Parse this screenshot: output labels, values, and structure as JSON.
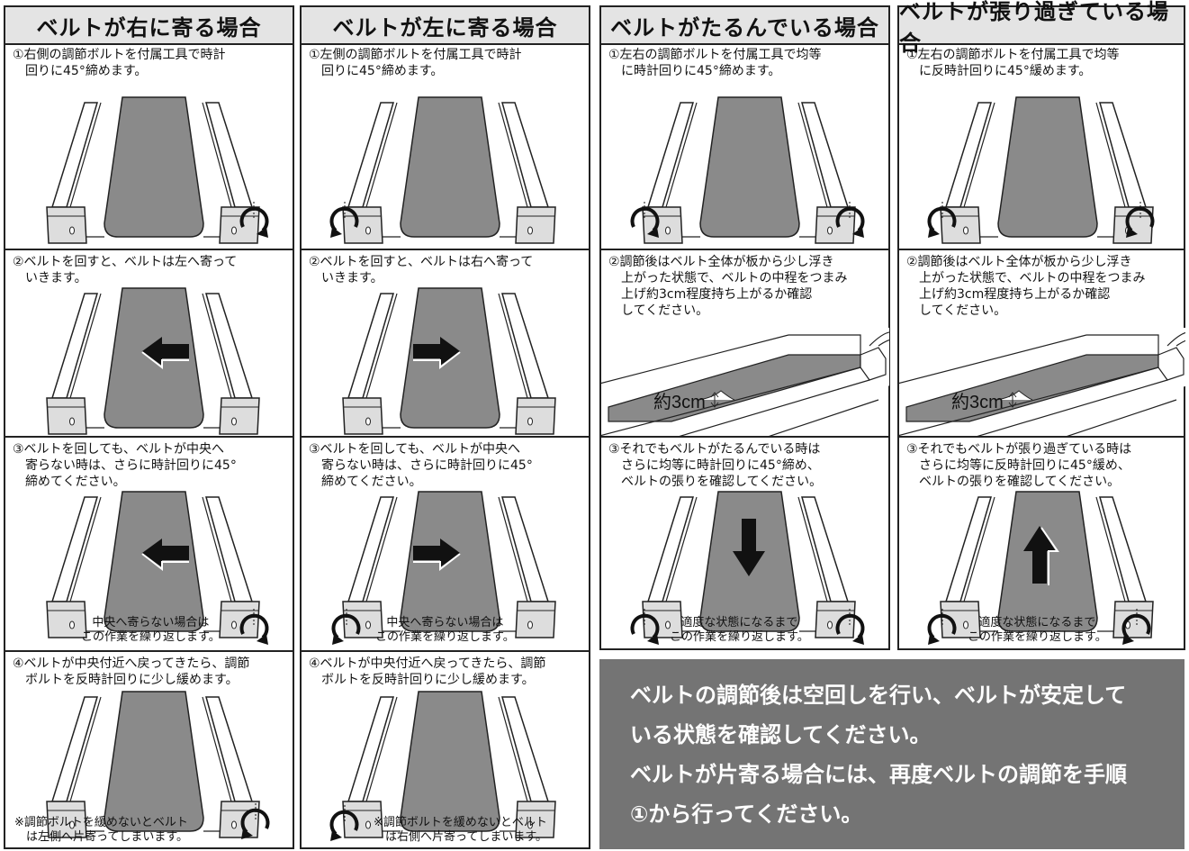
{
  "col1": {
    "header": "ベルトが右に寄る場合",
    "step1": "①右側の調節ボルトを付属工具で時計\n　回りに45°締めます。",
    "step2": "②ベルトを回すと、ベルトは左へ寄って\n　いきます。",
    "step3": "③ベルトを回しても、ベルトが中央へ\n　寄らない時は、さらに時計回りに45°\n　締めてください。",
    "step3_note": "中央へ寄らない場合は\nこの作業を繰り返します。",
    "step4": "④ベルトが中央付近へ戻ってきたら、調節\n　ボルトを反時計回りに少し緩めます。",
    "step4_note": "※調節ボルトを緩めないとベルト\n　は左側へ片寄ってしまいます。"
  },
  "col2": {
    "header": "ベルトが左に寄る場合",
    "step1": "①左側の調節ボルトを付属工具で時計\n　回りに45°締めます。",
    "step2": "②ベルトを回すと、ベルトは右へ寄って\n　いきます。",
    "step3": "③ベルトを回しても、ベルトが中央へ\n　寄らない時は、さらに時計回りに45°\n　締めてください。",
    "step3_note": "中央へ寄らない場合は\nこの作業を繰り返します。",
    "step4": "④ベルトが中央付近へ戻ってきたら、調節\n　ボルトを反時計回りに少し緩めます。",
    "step4_note": "※調節ボルトを緩めないとベルト\n　は右側へ片寄ってしまいます。"
  },
  "col3": {
    "header": "ベルトがたるんでいる場合",
    "step1": "①左右の調節ボルトを付属工具で均等\n　に時計回りに45°締めます。",
    "step2": "②調節後はベルト全体が板から少し浮き\n　上がった状態で、ベルトの中程をつまみ\n　上げ約3cm程度持ち上がるか確認\n　してください。",
    "measure": "約3cm",
    "step3": "③それでもベルトがたるんでいる時は\n　さらに均等に時計回りに45°締め、\n　ベルトの張りを確認してください。",
    "step3_note": "適度な状態になるまで\nこの作業を繰り返します。"
  },
  "col4": {
    "header": "ベルトが張り過ぎている場合",
    "step1": "①左右の調節ボルトを付属工具で均等\n　に反時計回りに45°緩めます。",
    "step2": "②調節後はベルト全体が板から少し浮き\n　上がった状態で、ベルトの中程をつまみ\n　上げ約3cm程度持ち上がるか確認\n　してください。",
    "measure": "約3cm",
    "step3": "③それでもベルトが張り過ぎている時は\n　さらに均等に反時計回りに45°緩め、\n　ベルトの張りを確認してください。",
    "step3_note": "適度な状態になるまで\nこの作業を繰り返します。"
  },
  "notice": {
    "line1": "ベルトの調節後は空回しを行い、ベルトが安定して\nいる状態を確認してください。",
    "line2": "ベルトが片寄る場合には、再度ベルトの調節を手順\n①から行ってください。"
  },
  "colors": {
    "belt": "#8a8a8a",
    "header_bg": "#e4e4e4",
    "notice_bg": "#747474"
  }
}
